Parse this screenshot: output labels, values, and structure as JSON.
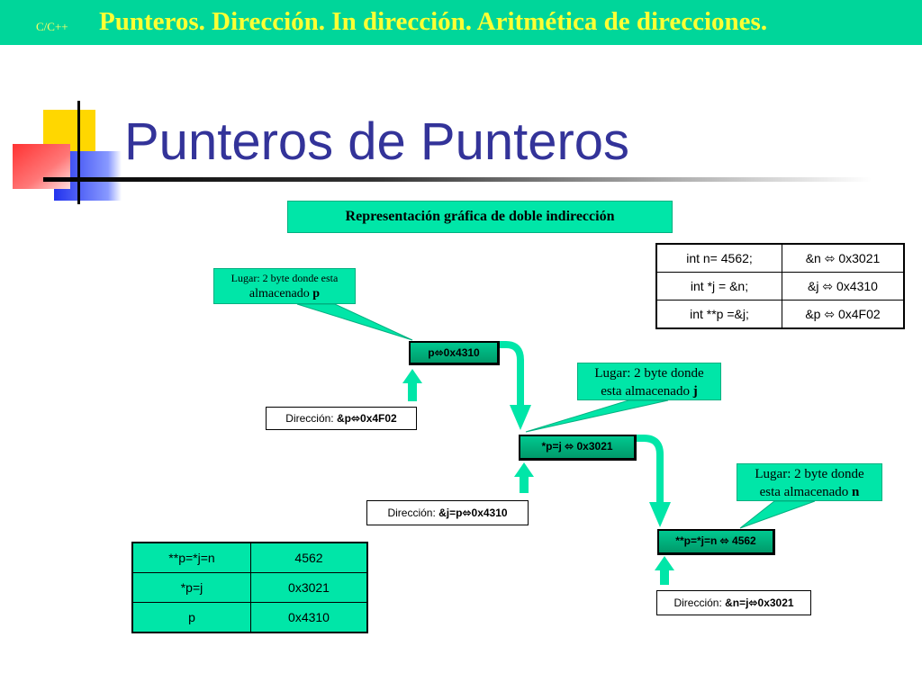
{
  "header": {
    "small": "C/C++",
    "title": "Punteros. Dirección. In dirección. Aritmética de direcciones."
  },
  "slide_title": "Punteros de Punteros",
  "caption": "Representación gráfica de doble indirección",
  "decl_table": [
    [
      "int n= 4562;",
      "&n ⬄ 0x3021"
    ],
    [
      "int *j = &n;",
      "&j ⬄ 0x4310"
    ],
    [
      "int **p =&j;",
      "&p ⬄ 0x4F02"
    ]
  ],
  "callouts": {
    "p": {
      "line1": "Lugar: 2 byte donde esta",
      "line2": "almacenado ",
      "var": "p"
    },
    "j": {
      "line1": "Lugar: 2 byte donde",
      "line2": "esta almacenado ",
      "var": "j"
    },
    "n": {
      "line1": "Lugar: 2 byte donde",
      "line2": "esta almacenado ",
      "var": "n"
    }
  },
  "memory": {
    "p": "p⬄0x4310",
    "j": "*p=j ⬄ 0x3021",
    "n": "**p=*j=n ⬄ 4562"
  },
  "addresses": {
    "p": {
      "label": "Dirección: ",
      "value": "&p⬄0x4F02"
    },
    "j": {
      "label": "Dirección: ",
      "value": "&j=p⬄0x4310"
    },
    "n": {
      "label": "Dirección: ",
      "value": "&n=j⬄0x3021"
    }
  },
  "value_table": [
    [
      "**p=*j=n",
      "4562"
    ],
    [
      "*p=j",
      "0x3021"
    ],
    [
      "p",
      "0x4310"
    ]
  ],
  "colors": {
    "accent_green": "#00e6a8",
    "header_yellow": "#ffff33",
    "title_blue": "#333399"
  }
}
